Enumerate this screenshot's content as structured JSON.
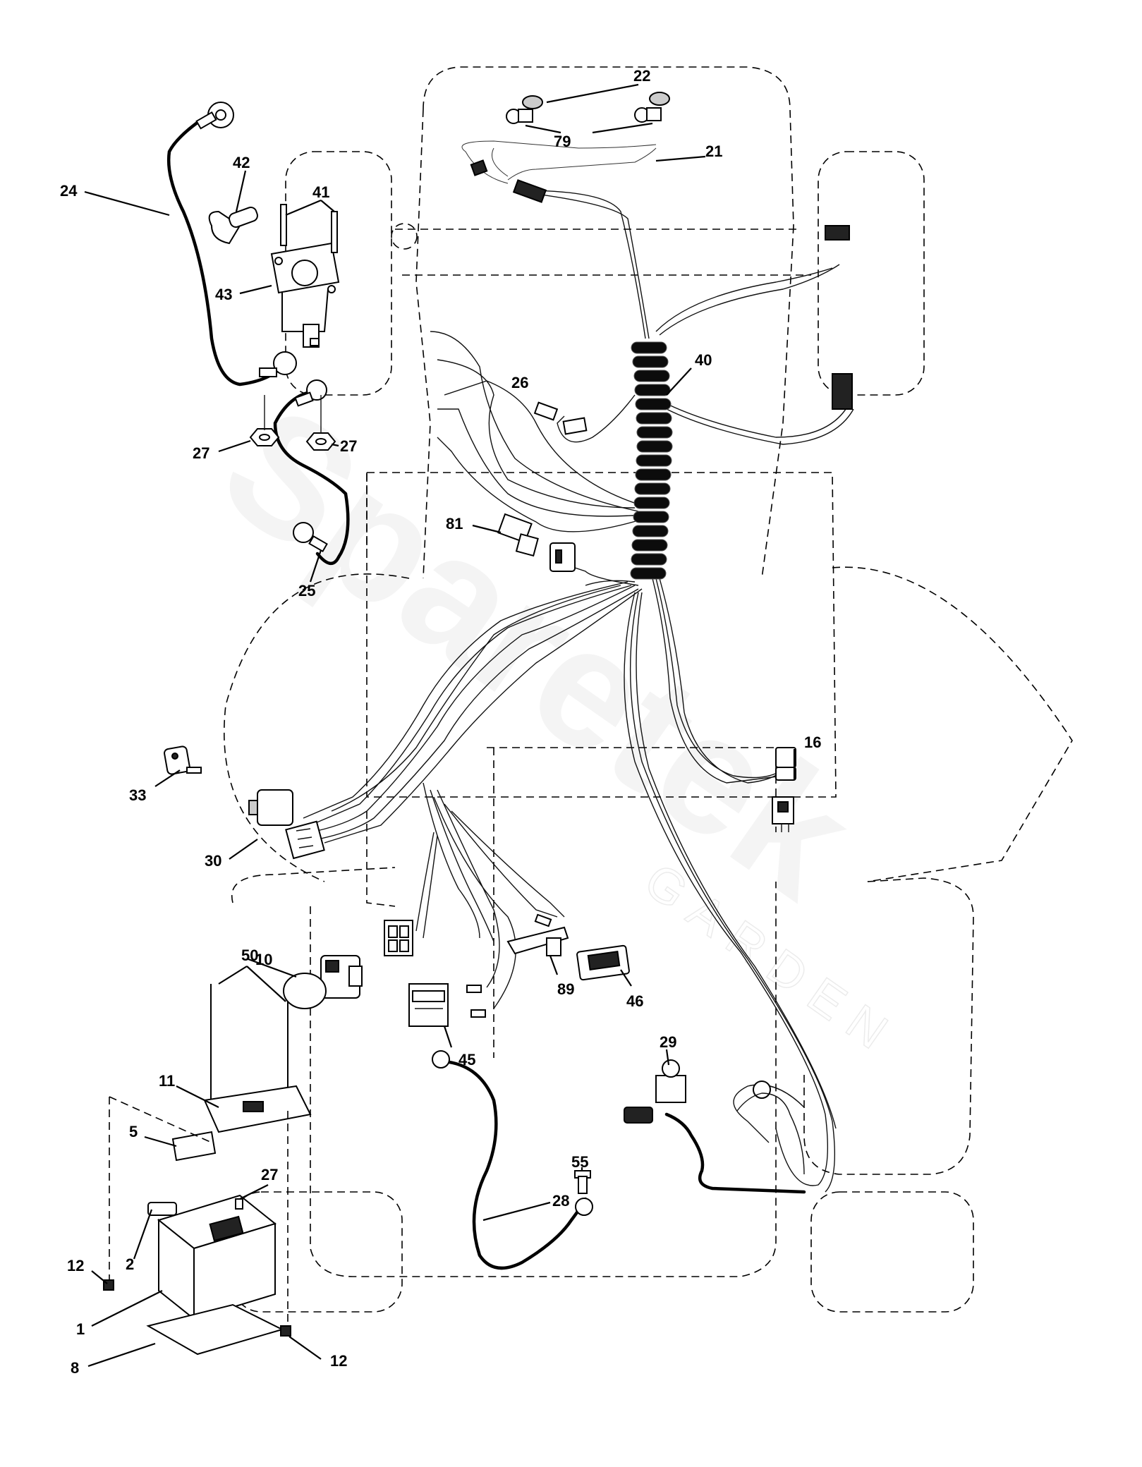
{
  "watermark": {
    "brand": "Sparetek",
    "sub": "GARDEN"
  },
  "callouts": [
    {
      "id": "c22",
      "text": "22"
    },
    {
      "id": "c79",
      "text": "79"
    },
    {
      "id": "c21",
      "text": "21"
    },
    {
      "id": "c24",
      "text": "24"
    },
    {
      "id": "c42",
      "text": "42"
    },
    {
      "id": "c41",
      "text": "41"
    },
    {
      "id": "c43",
      "text": "43"
    },
    {
      "id": "c40",
      "text": "40"
    },
    {
      "id": "c26",
      "text": "26"
    },
    {
      "id": "c27a",
      "text": "27"
    },
    {
      "id": "c27b",
      "text": "27"
    },
    {
      "id": "c81",
      "text": "81"
    },
    {
      "id": "c25",
      "text": "25"
    },
    {
      "id": "c16",
      "text": "16"
    },
    {
      "id": "c33",
      "text": "33"
    },
    {
      "id": "c30",
      "text": "30"
    },
    {
      "id": "c50",
      "text": "50"
    },
    {
      "id": "c10",
      "text": "10"
    },
    {
      "id": "c89",
      "text": "89"
    },
    {
      "id": "c46",
      "text": "46"
    },
    {
      "id": "c45",
      "text": "45"
    },
    {
      "id": "c29",
      "text": "29"
    },
    {
      "id": "c11",
      "text": "11"
    },
    {
      "id": "c5",
      "text": "5"
    },
    {
      "id": "c27c",
      "text": "27"
    },
    {
      "id": "c55",
      "text": "55"
    },
    {
      "id": "c28",
      "text": "28"
    },
    {
      "id": "c12a",
      "text": "12"
    },
    {
      "id": "c2",
      "text": "2"
    },
    {
      "id": "c1",
      "text": "1"
    },
    {
      "id": "c8",
      "text": "8"
    },
    {
      "id": "c12b",
      "text": "12"
    }
  ]
}
